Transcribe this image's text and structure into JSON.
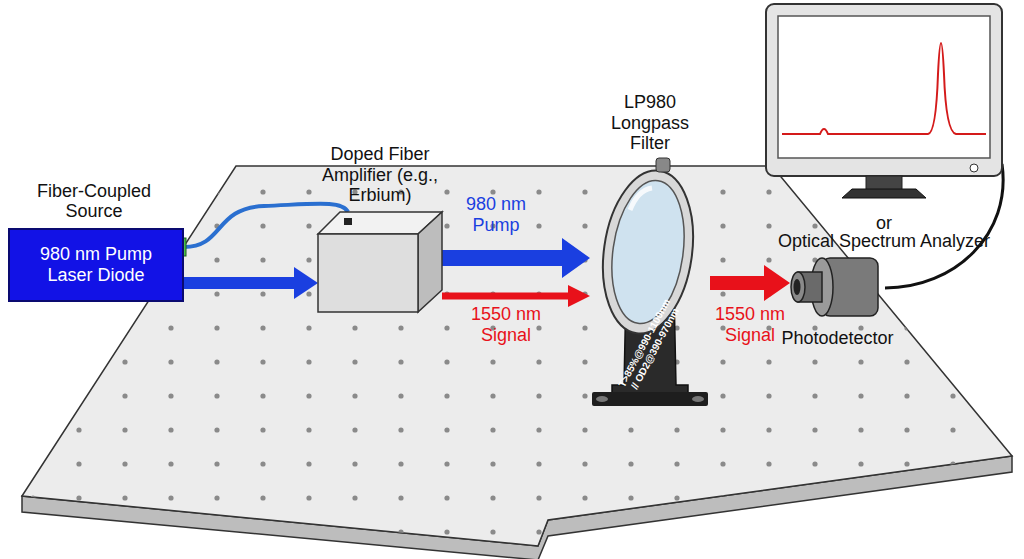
{
  "diagram": {
    "nodes": [
      {
        "text": [
          "Fiber-Coupled Source",
          "980 nm Pump Laser Diode"
        ]
      },
      {
        "text": [
          "Doped Fiber Amplifier (e.g., Erbium)"
        ]
      },
      {
        "text": [
          "LP980 Longpass Filter",
          "T>85%@990-1100nm // OD2@390-970nm"
        ]
      },
      {
        "text": [
          "Photodetector"
        ]
      },
      {
        "text": [
          "or",
          "Optical Spectrum Analyzer"
        ]
      }
    ],
    "edges": [
      {
        "from": 0,
        "to": 1,
        "arrow": "to"
      },
      {
        "from": 0,
        "to": 1,
        "arrow": "none"
      },
      {
        "from": 1,
        "to": 2,
        "label": "980 nm Pump",
        "arrow": "to"
      },
      {
        "from": 1,
        "to": 2,
        "label": "1550 nm Signal",
        "arrow": "to"
      },
      {
        "from": 2,
        "to": 3,
        "label": "1550 nm Signal",
        "arrow": "to"
      },
      {
        "from": 3,
        "to": 4,
        "arrow": "none"
      }
    ]
  }
}
